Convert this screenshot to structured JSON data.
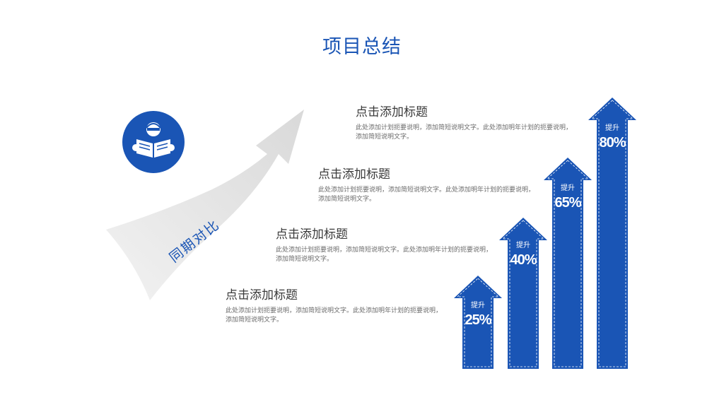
{
  "page": {
    "title": "项目总结"
  },
  "curve": {
    "label": "同期对比"
  },
  "icon": {
    "name": "reading-person-icon",
    "color": "#1a55b5"
  },
  "items": [
    {
      "title": "点击添加标题",
      "desc": "此处添加计划扼要说明，添加简短说明文字。此处添加明年计划的扼要说明，添加简短说明文字。"
    },
    {
      "title": "点击添加标题",
      "desc": "此处添加计划扼要说明，添加简短说明文字。此处添加明年计划的扼要说明，添加简短说明文字。"
    },
    {
      "title": "点击添加标题",
      "desc": "此处添加计划扼要说明，添加简短说明文字。此处添加明年计划的扼要说明，添加简短说明文字。"
    },
    {
      "title": "点击添加标题",
      "desc": "此处添加计划扼要说明，添加简短说明文字。此处添加明年计划的扼要说明，添加简短说明文字。"
    }
  ],
  "bars": [
    {
      "label": "提升",
      "value": "25%"
    },
    {
      "label": "提升",
      "value": "40%"
    },
    {
      "label": "提升",
      "value": "65%"
    },
    {
      "label": "提升",
      "value": "80%"
    }
  ],
  "colors": {
    "accent": "#1a55b5",
    "text": "#3a3a3a",
    "muted": "#6b6b6b",
    "curve": "#e6e6e6"
  }
}
